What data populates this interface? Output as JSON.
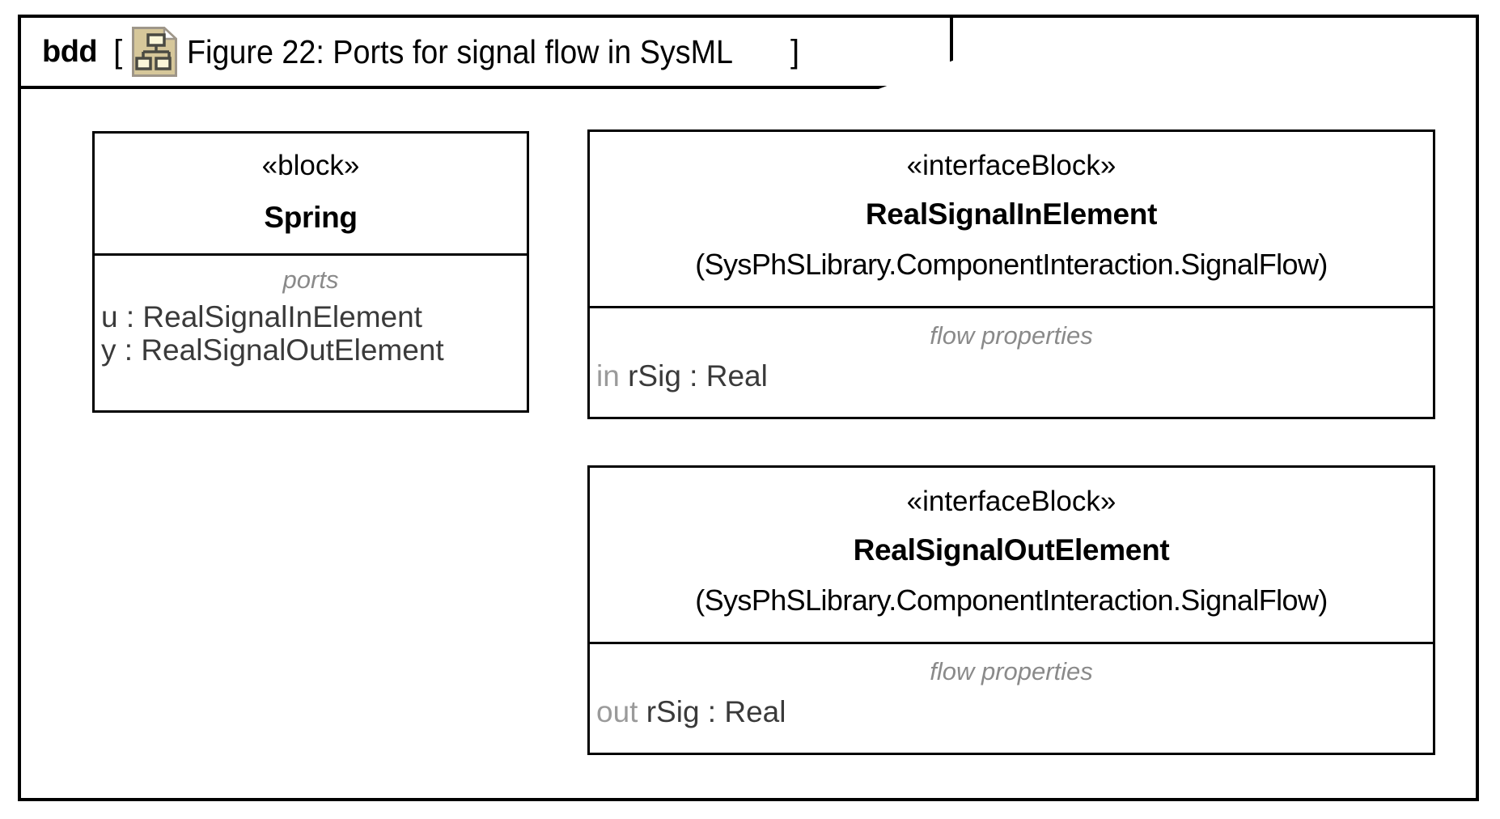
{
  "frame": {
    "kind": "bdd",
    "bracket_open": "[",
    "bracket_close": "]",
    "icon": "block-definition-diagram-icon",
    "title": "Figure 22: Ports for signal flow in SysML"
  },
  "blocks": [
    {
      "id": "spring",
      "stereotype": "«block»",
      "name": "Spring",
      "compartment_label": "ports",
      "features": [
        {
          "prefix": "",
          "text": "u : RealSignalInElement"
        },
        {
          "prefix": "",
          "text": "y : RealSignalOutElement"
        }
      ]
    },
    {
      "id": "real_signal_in_element",
      "stereotype": "«interfaceBlock»",
      "name": "RealSignalInElement",
      "qualified_name": "(SysPhSLibrary.ComponentInteraction.SignalFlow)",
      "compartment_label": "flow properties",
      "features": [
        {
          "prefix": "in",
          "text": "rSig : Real"
        }
      ]
    },
    {
      "id": "real_signal_out_element",
      "stereotype": "«interfaceBlock»",
      "name": "RealSignalOutElement",
      "qualified_name": "(SysPhSLibrary.ComponentInteraction.SignalFlow)",
      "compartment_label": "flow properties",
      "features": [
        {
          "prefix": "out",
          "text": "rSig : Real"
        }
      ]
    }
  ],
  "colors": {
    "line": "#000000",
    "text": "#000000",
    "muted_text": "#8a8a8a",
    "feature_text": "#3a3a3a",
    "icon_page": "#d6c79a",
    "icon_node": "#fbf6d8",
    "icon_stroke": "#4a4a42",
    "background": "#ffffff"
  }
}
